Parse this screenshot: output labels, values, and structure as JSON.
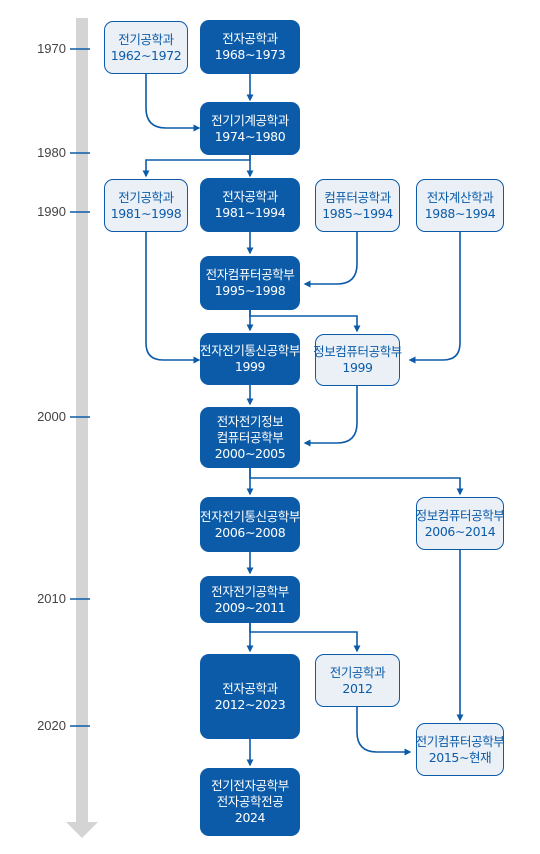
{
  "colors": {
    "primary": "#0b5ba8",
    "light_fill": "#ebf0f7",
    "timeline": "#d4d4d4",
    "year_text": "#444444"
  },
  "timeline": {
    "years": [
      "1970",
      "1980",
      "1990",
      "2000",
      "2010",
      "2020"
    ]
  },
  "nodes": {
    "ee_1962": {
      "lines": [
        "전기공학과",
        "1962∼1972"
      ]
    },
    "ec_1968": {
      "lines": [
        "전자공학과",
        "1968∼1973"
      ]
    },
    "eme_1974": {
      "lines": [
        "전기기계공학과",
        "1974∼1980"
      ]
    },
    "ee_1981": {
      "lines": [
        "전기공학과",
        "1981∼1998"
      ]
    },
    "ec_1981": {
      "lines": [
        "전자공학과",
        "1981∼1994"
      ]
    },
    "ce_1985": {
      "lines": [
        "컴퓨터공학과",
        "1985∼1994"
      ]
    },
    "ecomp_1988": {
      "lines": [
        "전자계산학과",
        "1988∼1994"
      ]
    },
    "ece_1995": {
      "lines": [
        "전자컴퓨터공학부",
        "1995∼1998"
      ]
    },
    "eec_1999": {
      "lines": [
        "전자전기통신공학부",
        "1999"
      ]
    },
    "ice_1999": {
      "lines": [
        "정보컴퓨터공학부",
        "1999"
      ]
    },
    "eeice_2000": {
      "lines": [
        "전자전기정보",
        "컴퓨터공학부",
        "2000∼2005"
      ]
    },
    "eec_2006": {
      "lines": [
        "전자전기통신공학부",
        "2006∼2008"
      ]
    },
    "ice_2006": {
      "lines": [
        "정보컴퓨터공학부",
        "2006∼2014"
      ]
    },
    "eee_2009": {
      "lines": [
        "전자전기공학부",
        "2009∼2011"
      ]
    },
    "ec_2012": {
      "lines": [
        "전자공학과",
        "2012∼2023"
      ]
    },
    "ee_2012": {
      "lines": [
        "전기공학과",
        "2012"
      ]
    },
    "ece_2015": {
      "lines": [
        "전기컴퓨터공학부",
        "2015∼현재"
      ]
    },
    "eee_2024": {
      "lines": [
        "전기전자공학부",
        "전자공학전공",
        "2024"
      ]
    }
  }
}
